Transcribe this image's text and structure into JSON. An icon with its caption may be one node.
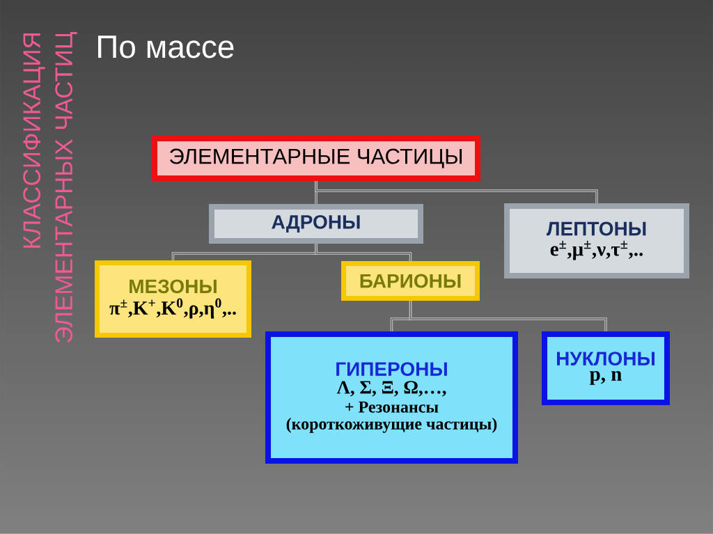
{
  "diagram": {
    "title": "КЛАССИФИКАЦИЯ ЭЛЕМЕНТАРНЫХ ЧАСТИЦ",
    "nodes": [
      {
        "text": [
          "ЭЛЕМЕНТАРНЫЕ ЧАСТИЦЫ"
        ]
      },
      {
        "text": [
          "АДРОНЫ"
        ]
      },
      {
        "text": [
          "ЛЕПТОНЫ",
          "e$^{±}$,μ$^{±}$,ν,τ$^{±}$,.."
        ]
      },
      {
        "text": [
          "МЕЗОНЫ",
          "π$^{±}$,K$^{+}$,K$^{0}$,ρ,η$^{0}$,.."
        ]
      },
      {
        "text": [
          "БАРИОНЫ"
        ]
      },
      {
        "text": [
          "ГИПЕРОНЫ",
          "Λ, Σ, Ξ, Ω,…,",
          "+ Резонансы",
          "(короткоживущие частицы)"
        ]
      },
      {
        "text": [
          "НУКЛОНЫ",
          "p, n"
        ]
      }
    ],
    "edges": [
      {
        "from": 0,
        "to": 1,
        "arrow": "none"
      },
      {
        "from": 0,
        "to": 2,
        "arrow": "none"
      },
      {
        "from": 1,
        "to": 3,
        "arrow": "none"
      },
      {
        "from": 1,
        "to": 4,
        "arrow": "none"
      },
      {
        "from": 4,
        "to": 5,
        "arrow": "none"
      },
      {
        "from": 4,
        "to": 6,
        "arrow": "none"
      }
    ],
    "labels": [
      "По массе"
    ]
  }
}
